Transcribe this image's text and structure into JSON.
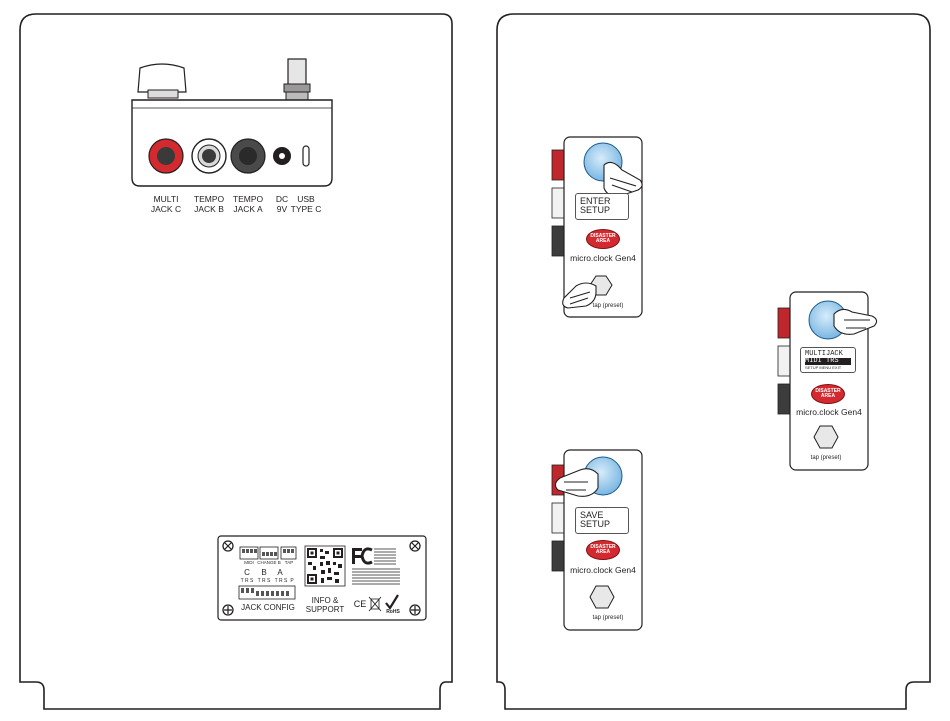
{
  "left_panel": {
    "jacks": [
      {
        "line1": "MULTI",
        "line2": "JACK C"
      },
      {
        "line1": "TEMPO",
        "line2": "JACK B"
      },
      {
        "line1": "TEMPO",
        "line2": "JACK A"
      },
      {
        "line1": "DC",
        "line2": "9V"
      },
      {
        "line1": "USB",
        "line2": "TYPE C"
      }
    ],
    "plate": {
      "midi": "MIDI",
      "change_b": "CHANGE B",
      "tap": "TAP",
      "jack_c": "C",
      "jack_b": "B",
      "jack_a": "A",
      "trs_c": "T R S",
      "trs_b": "T R S",
      "trs_a": "T R S",
      "p": "P",
      "jack_config": "JACK CONFIG",
      "info_line1": "INFO &",
      "info_line2": "SUPPORT",
      "ce": "CE",
      "rohs": "RoHS"
    }
  },
  "right_panel": {
    "pedal1": {
      "screen_line1": "ENTER",
      "screen_line2": "SETUP",
      "name": "micro.clock Gen4",
      "tap": "tap  (preset)"
    },
    "pedal2": {
      "screen_line1": "MULTIJACK",
      "screen_line2": "MIDI TRS",
      "screen_sub": "SETUP  MENU    EXIT",
      "name": "micro.clock Gen4",
      "tap": "tap  (preset)"
    },
    "pedal3": {
      "screen_line1": "SAVE",
      "screen_line2": "SETUP",
      "name": "micro.clock Gen4",
      "tap": "tap  (preset)"
    },
    "logo_line1": "DISASTER",
    "logo_line2": "AREA"
  },
  "colors": {
    "red_jack": "#d42a2f",
    "knob_blue": "#8fc6ea",
    "outline": "#231f20"
  }
}
